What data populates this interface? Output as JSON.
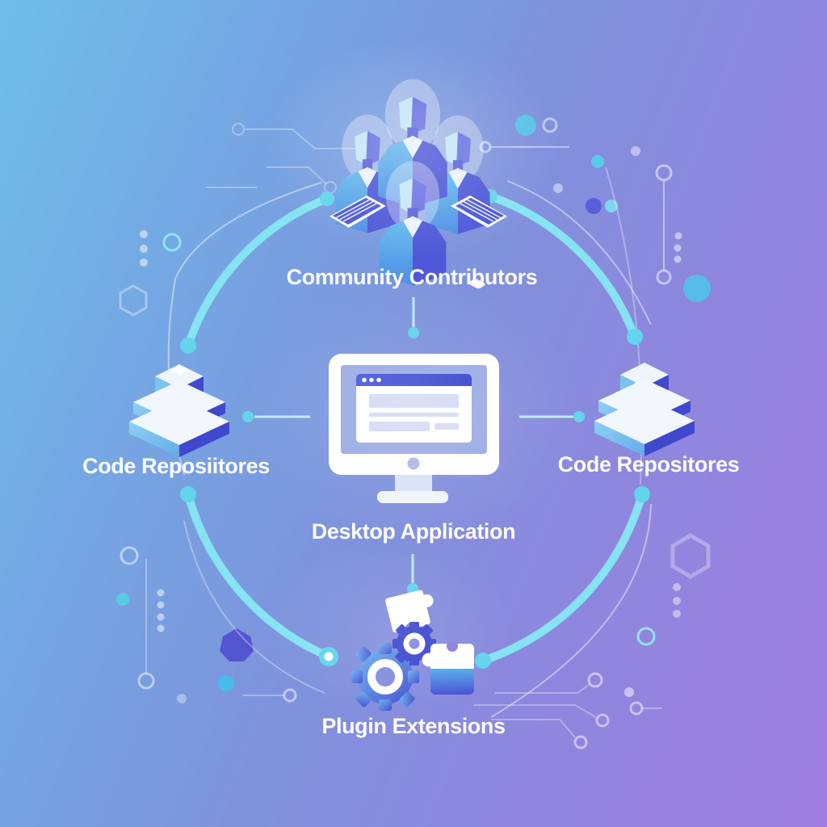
{
  "diagram": {
    "title_present": false,
    "nodes": [
      {
        "id": "community-contributors",
        "label": "Community Contributors",
        "icon": "people-group-icon",
        "position": "top"
      },
      {
        "id": "code-repositories-left",
        "label": "Code Reposiitores",
        "icon": "layer-stack-icon",
        "position": "left"
      },
      {
        "id": "desktop-application",
        "label": "Desktop Application",
        "icon": "desktop-monitor-icon",
        "position": "center"
      },
      {
        "id": "code-repositories-right",
        "label": "Code Repositores",
        "icon": "layer-stack-icon",
        "position": "right"
      },
      {
        "id": "plugin-extensions",
        "label": "Plugin Extensions",
        "icon": "puzzle-gears-icon",
        "position": "bottom"
      }
    ],
    "connections": [
      {
        "from": "community-contributors",
        "to": "desktop-application",
        "style": "spoke"
      },
      {
        "from": "code-repositories-left",
        "to": "desktop-application",
        "style": "spoke"
      },
      {
        "from": "code-repositories-right",
        "to": "desktop-application",
        "style": "spoke"
      },
      {
        "from": "plugin-extensions",
        "to": "desktop-application",
        "style": "spoke"
      },
      {
        "from": "ring",
        "to": "ring",
        "style": "circular-arcs",
        "segments": 4
      }
    ],
    "colors": {
      "background_gradient": [
        "#6FBEE9",
        "#7E93DC",
        "#9F7EE0"
      ],
      "ring_accent": "#86E3F2",
      "node_dot": "#63D4EC",
      "icon_indigo": "#4450D2",
      "icon_light_blue": "#79C0EE",
      "browser_header": "#4353D6",
      "label_text": "#FFFFFF"
    }
  }
}
